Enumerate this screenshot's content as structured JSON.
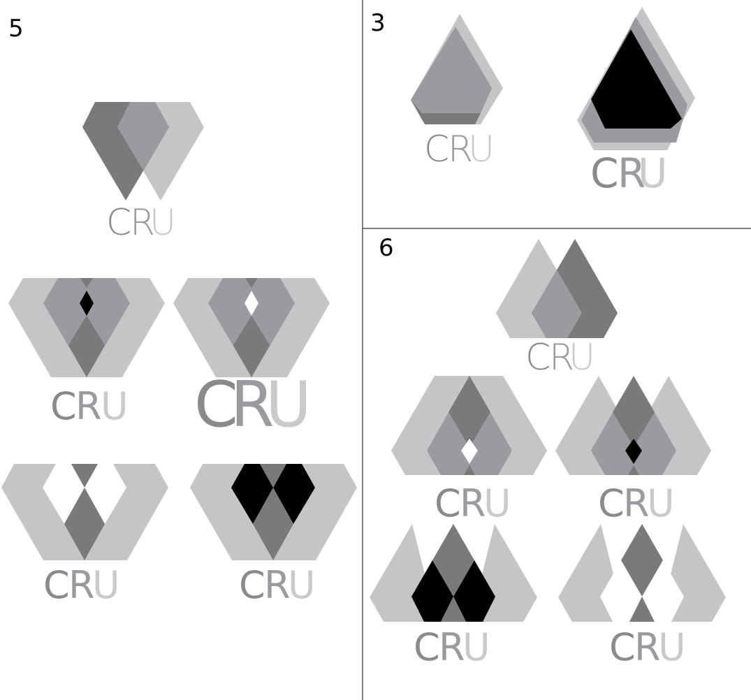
{
  "sections": {
    "five": {
      "number": "5"
    },
    "three": {
      "number": "3"
    },
    "six": {
      "number": "6"
    }
  },
  "wordmark": {
    "c": "C",
    "r": "R",
    "u": "U"
  },
  "colors": {
    "light_gray": "#c4c5c7",
    "mid_gray": "#9a9b9e",
    "dark_gray": "#7a7a7c",
    "black": "#000000",
    "divider": "#555555",
    "word_c": "#8a8a8c",
    "word_r": "#9a9b9e",
    "word_u": "#c9cacc"
  }
}
